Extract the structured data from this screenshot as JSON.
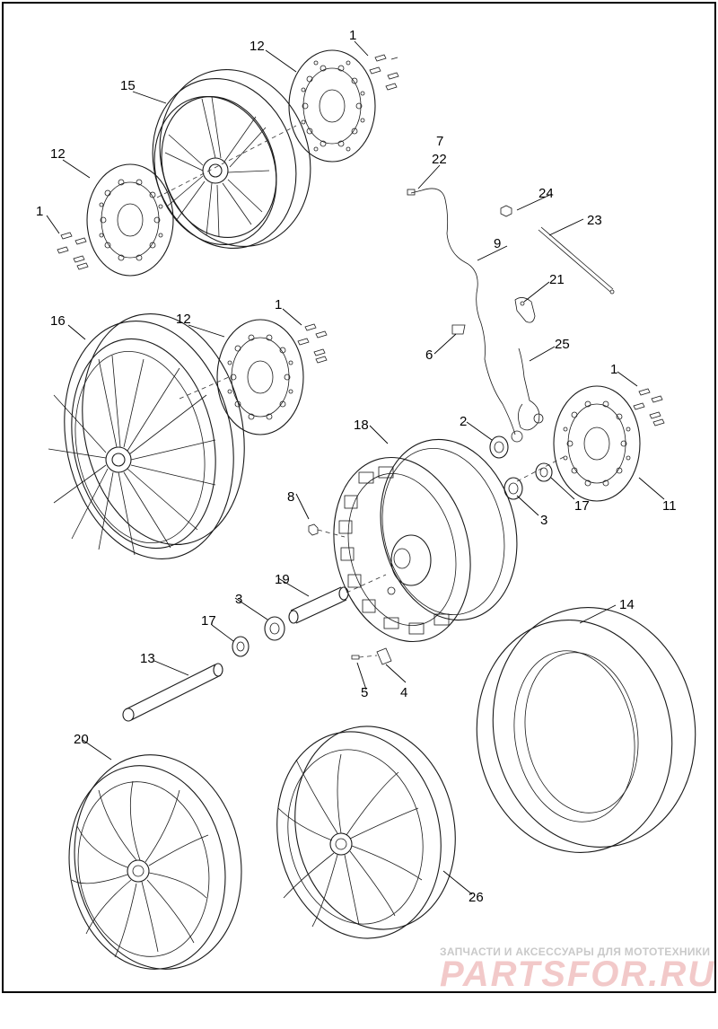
{
  "diagram": {
    "callouts": [
      "1",
      "2",
      "3",
      "4",
      "5",
      "6",
      "7",
      "8",
      "9",
      "11",
      "12",
      "13",
      "14",
      "15",
      "16",
      "17",
      "18",
      "19",
      "20",
      "21",
      "22",
      "23",
      "24",
      "25",
      "26"
    ]
  },
  "watermark": {
    "subtitle": "ЗАПЧАСТИ И АКСЕССУАРЫ ДЛЯ МОТОТЕХНИКИ",
    "brand": "PARTSFOR.RU"
  },
  "colors": {
    "line": "#1a1a1a",
    "watermark_text": "#f2c9c9",
    "watermark_sub": "#c9c9c9"
  }
}
